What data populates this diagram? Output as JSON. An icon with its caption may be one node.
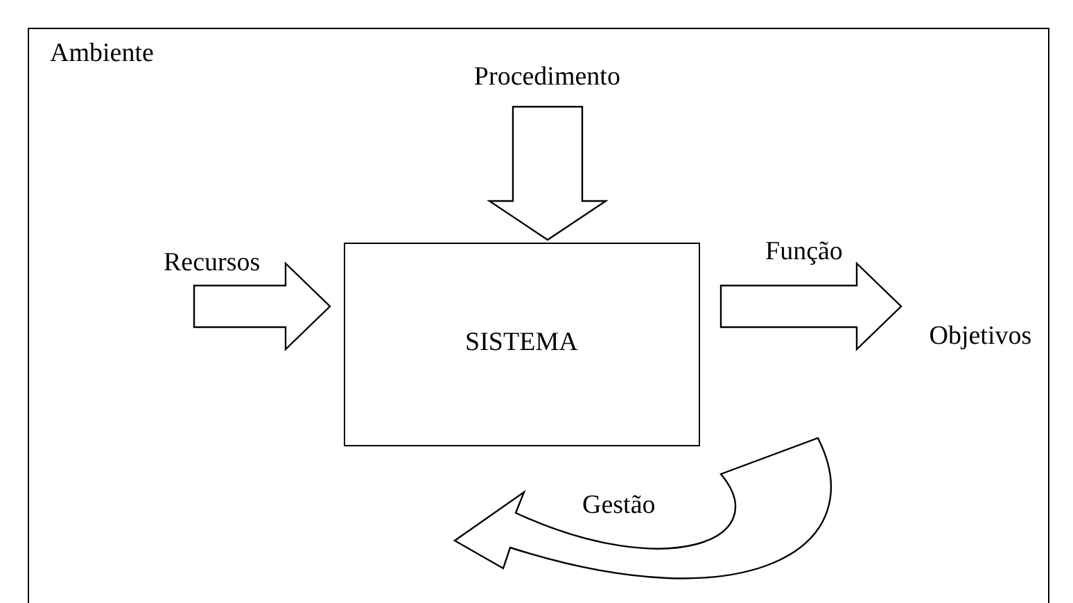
{
  "diagram": {
    "nodes": [
      {
        "text": [
          "Ambiente"
        ]
      },
      {
        "text": [
          "SISTEMA"
        ],
        "in": 0
      },
      {
        "text": [
          "Procedimento"
        ],
        "in": 0
      },
      {
        "text": [
          "Objetivos"
        ],
        "in": 0
      }
    ],
    "edges": [
      {
        "from": 2,
        "to": 1,
        "arrow": "to"
      },
      {
        "from": null,
        "to": 1,
        "arrow": "to",
        "label": "Recursos"
      },
      {
        "from": 1,
        "to": 3,
        "arrow": "to",
        "label": "Função"
      },
      {
        "from": null,
        "to": 1,
        "arrow": "to",
        "label": "Gestão"
      }
    ]
  }
}
